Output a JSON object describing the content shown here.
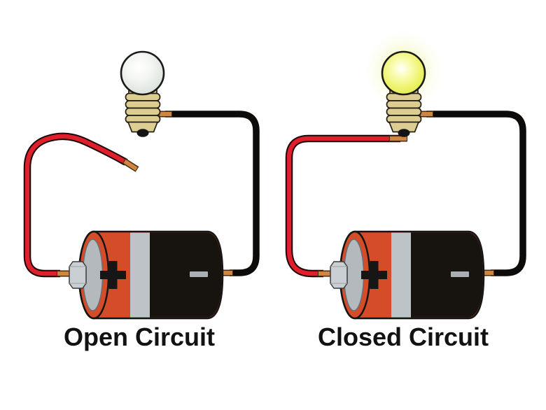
{
  "page": {
    "background_color": "#ffffff"
  },
  "diagram": {
    "description": "Two battery-and-bulb circuits compared side by side",
    "panels": [
      {
        "id": "open-circuit",
        "label": "Open Circuit",
        "bulb_state": "bulb off",
        "wire_connected": "red wire disconnected, bare copper tip exposed",
        "battery": {
          "positive_symbol": "+",
          "negative_symbol": "−"
        }
      },
      {
        "id": "closed-circuit",
        "label": "Closed Circuit",
        "bulb_state": "bulb lit",
        "wire_connected": "red wire connected to bulb contact",
        "battery": {
          "positive_symbol": "+",
          "negative_symbol": "−"
        }
      }
    ],
    "colors": {
      "background": "#ffffff",
      "wire_red": "#de202c",
      "wire_black": "#0d0b09",
      "wire_copper": "#cd8743",
      "battery_body_orange": "#d44c28",
      "battery_band_gray": "#bdc3c6",
      "battery_body_black": "#17130f",
      "battery_terminal_gray": "#c9cfd3",
      "bulb_base_tan": "#dccd92",
      "bulb_off_glass": "#e3e8e2",
      "bulb_on_glass": "#e9f25e",
      "bulb_glow": "#edf496",
      "label_text": "#121212"
    }
  }
}
